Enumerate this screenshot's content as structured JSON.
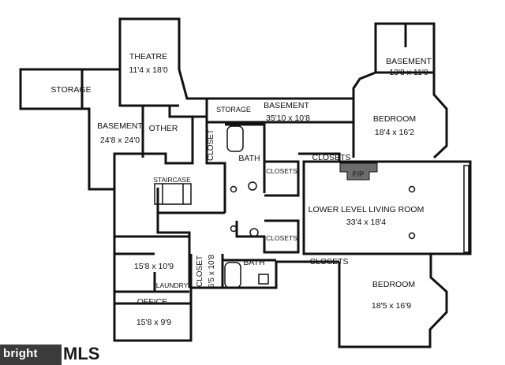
{
  "rooms": [
    {
      "id": "theatre",
      "name": "THEATRE",
      "dims": "11'4 x 18'0"
    },
    {
      "id": "storage_left",
      "name": "STORAGE",
      "dims": ""
    },
    {
      "id": "basement_left",
      "name": "BASEMENT",
      "dims": "24'8 x 24'0"
    },
    {
      "id": "other",
      "name": "OTHER",
      "dims": ""
    },
    {
      "id": "storage_mid",
      "name": "STORAGE",
      "dims": ""
    },
    {
      "id": "basement_mid",
      "name": "BASEMENT",
      "dims": "35'10 x 10'8"
    },
    {
      "id": "basement_top",
      "name": "BASEMENT",
      "dims": "13'8 x 11'0"
    },
    {
      "id": "bedroom_top",
      "name": "BEDROOM",
      "dims": "18'4 x 16'2"
    },
    {
      "id": "closet_upper",
      "name": "CLOSET",
      "dims": ""
    },
    {
      "id": "bath_upper",
      "name": "BATH",
      "dims": ""
    },
    {
      "id": "closets_a",
      "name": "CLOSETS",
      "dims": ""
    },
    {
      "id": "closets_b",
      "name": "CLOSETS",
      "dims": ""
    },
    {
      "id": "fireplace",
      "name": "F/P",
      "dims": ""
    },
    {
      "id": "staircase",
      "name": "STAIRCASE",
      "dims": ""
    },
    {
      "id": "living",
      "name": "LOWER LEVEL LIVING ROOM",
      "dims": "33'4 x 18'4"
    },
    {
      "id": "closets_c",
      "name": "CLOSETS",
      "dims": ""
    },
    {
      "id": "room_unnamed",
      "name": "",
      "dims": "15'8 x 10'9"
    },
    {
      "id": "closet_lower",
      "name": "CLOSET",
      "dims": "6'5 x 10'8"
    },
    {
      "id": "bath_lower",
      "name": "BATH",
      "dims": ""
    },
    {
      "id": "closets_d",
      "name": "CLOSETS",
      "dims": ""
    },
    {
      "id": "laundry",
      "name": "LAUNDRY",
      "dims": ""
    },
    {
      "id": "office",
      "name": "OFFICE",
      "dims": "15'8 x 9'9"
    },
    {
      "id": "bedroom_bottom",
      "name": "BEDROOM",
      "dims": "18'5 x 16'9"
    }
  ],
  "watermark": {
    "brand": "bright",
    "suffix": "MLS"
  },
  "colors": {
    "wall": "#111111",
    "fireplace": "#6d6d6d",
    "background": "#ffffff"
  }
}
